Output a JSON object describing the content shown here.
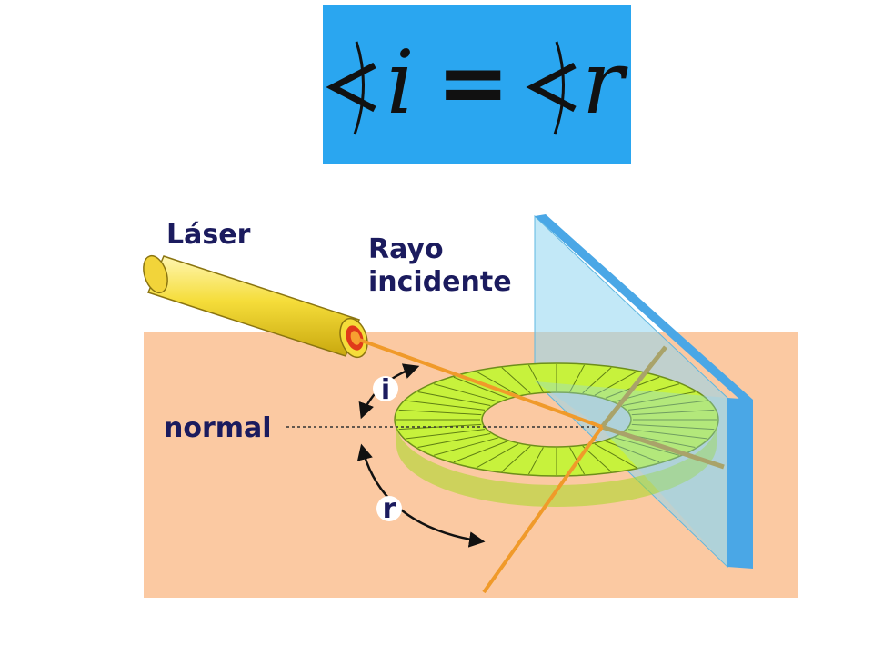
{
  "formula": {
    "angle_symbol": "∢",
    "incident": "i",
    "equals": "=",
    "reflected": "r"
  },
  "labels": {
    "laser": "Láser",
    "incident_ray_line1": "Rayo",
    "incident_ray_line2": "incidente",
    "normal": "normal",
    "angle_i": "i",
    "angle_r": "r"
  },
  "colors": {
    "formula_bg": "#2aa6f0",
    "table": "#fbc9a2",
    "laser_body": "#f5dd3a",
    "ray": "#f09a2a",
    "protractor": "#c7f23c",
    "mirror": "#8fd6f0",
    "mirror_edge": "#4aa7e6",
    "label_text": "#1b1b5e"
  }
}
